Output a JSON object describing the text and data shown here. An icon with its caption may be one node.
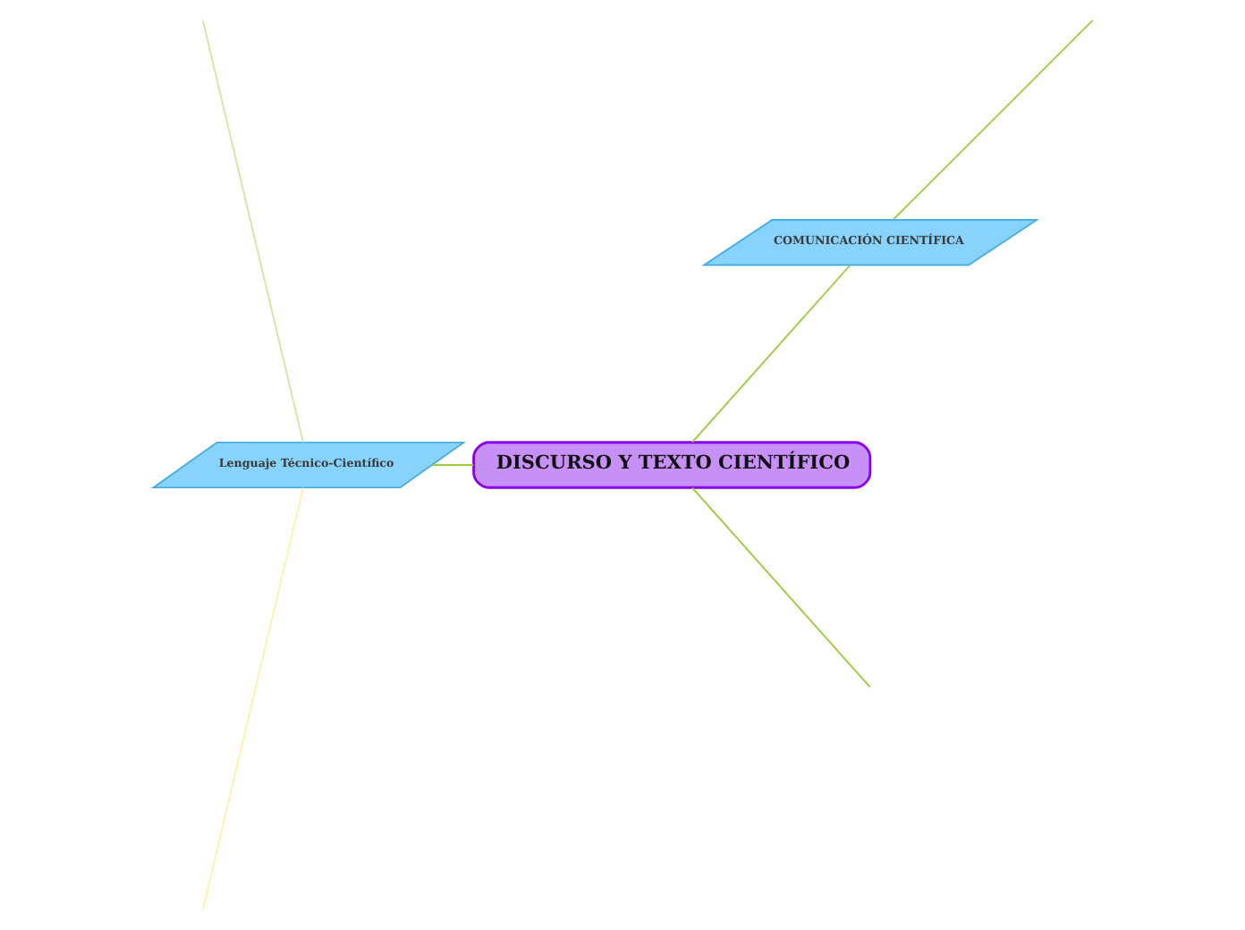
{
  "diagram": {
    "nodes": [
      {
        "text": [
          "DISCURSO Y TEXTO CIENTÍFICO"
        ]
      },
      {
        "text": [
          "COMUNICACIÓN CIENTÍFICA"
        ]
      },
      {
        "text": [
          "Lenguaje Técnico-Científico"
        ]
      }
    ],
    "edges": [
      {
        "from": 0,
        "to": 1,
        "arrow": "none"
      },
      {
        "from": 0,
        "to": 2,
        "arrow": "none"
      },
      {
        "from": 0,
        "to": null,
        "arrow": "none"
      },
      {
        "from": 1,
        "to": null,
        "arrow": "none"
      },
      {
        "from": 2,
        "to": null,
        "arrow": "none",
        "color": "#fbf3a6"
      },
      {
        "from": 2,
        "to": null,
        "arrow": "none",
        "color": "#cfe6a5"
      }
    ]
  }
}
